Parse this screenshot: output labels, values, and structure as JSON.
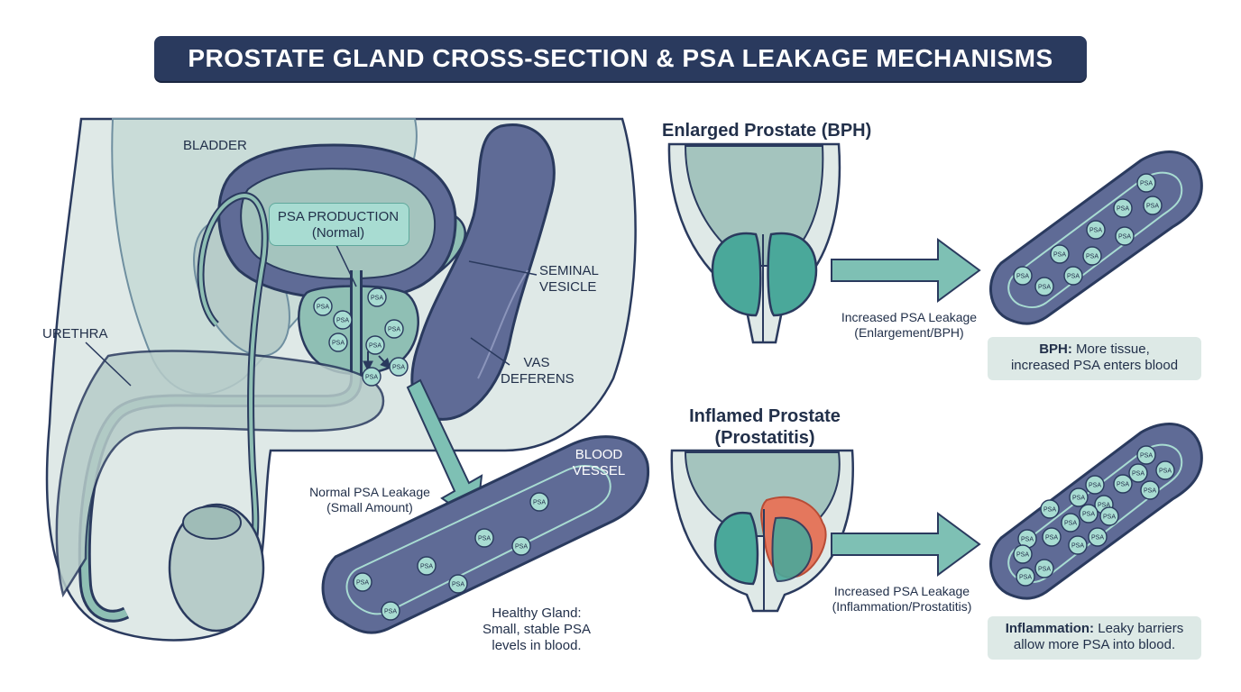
{
  "title": "PROSTATE GLAND CROSS-SECTION & PSA LEAKAGE MECHANISMS",
  "psa_badge": "PSA",
  "anatomy": {
    "bladder": "BLADDER",
    "psa_production_line1": "PSA PRODUCTION",
    "psa_production_line2": "(Normal)",
    "seminal_line1": "SEMINAL",
    "seminal_line2": "VESICLE",
    "urethra": "URETHRA",
    "vas_line1": "VAS",
    "vas_line2": "DEFERENS",
    "blood_line1": "BLOOD",
    "blood_line2": "VESSEL",
    "normal_leak_line1": "Normal PSA Leakage",
    "normal_leak_line2": "(Small Amount)",
    "healthy_line1": "Healthy Gland:",
    "healthy_line2": "Small, stable PSA",
    "healthy_line3": "levels in blood."
  },
  "bph": {
    "heading": "Enlarged Prostate (BPH)",
    "leak_line1": "Increased PSA Leakage",
    "leak_line2": "(Enlargement/BPH)",
    "box_bold": "BPH:",
    "box_rest1": " More tissue,",
    "box_line2": "increased PSA enters blood"
  },
  "inflamed": {
    "heading_line1": "Inflamed Prostate",
    "heading_line2": "(Prostatitis)",
    "leak_line1": "Increased PSA Leakage",
    "leak_line2": "(Inflammation/Prostatitis)",
    "box_bold": "Inflammation:",
    "box_rest1": " Leaky barriers",
    "box_line2": "allow more PSA into blood."
  },
  "colors": {
    "navy": "#2a3a5e",
    "vessel_blue": "#5f6b96",
    "teal": "#4aa89a",
    "tissue": "#cfe0dd",
    "light_teal": "#a8dcd2",
    "inflammation": "#e4775d"
  }
}
